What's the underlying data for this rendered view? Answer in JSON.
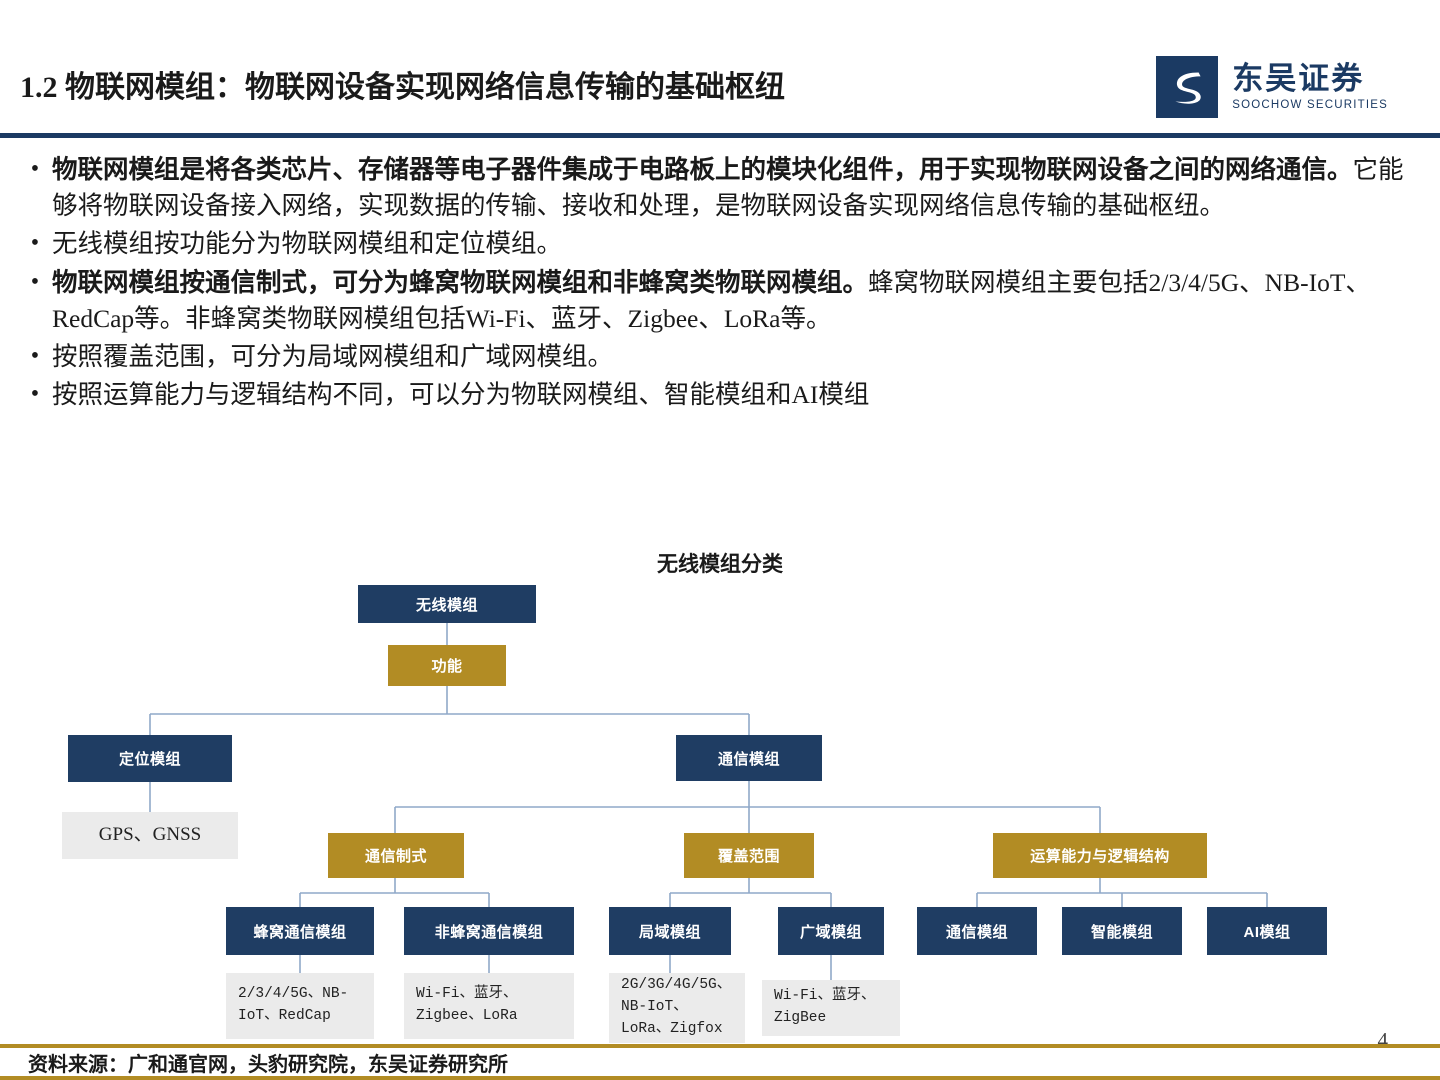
{
  "header": {
    "title": "1.2 物联网模组：物联网设备实现网络信息传输的基础枢纽",
    "logo_cn": "东吴证券",
    "logo_en": "SOOCHOW SECURITIES",
    "accent_navy": "#1f3d63",
    "accent_gold": "#b28c24"
  },
  "bullets": [
    {
      "bold_prefix": "物联网模组是将各类芯片、存储器等电子器件集成于电路板上的模块化组件，用于实现物联网设备之间的网络通信。",
      "rest": "它能够将物联网设备接入网络，实现数据的传输、接收和处理，是物联网设备实现网络信息传输的基础枢纽。"
    },
    {
      "bold_prefix": "",
      "rest": "无线模组按功能分为物联网模组和定位模组。"
    },
    {
      "bold_prefix": "物联网模组按通信制式，可分为蜂窝物联网模组和非蜂窝类物联网模组。",
      "rest": "蜂窝物联网模组主要包括2/3/4/5G、NB-IoT、RedCap等。非蜂窝类物联网模组包括Wi-Fi、蓝牙、Zigbee、LoRa等。"
    },
    {
      "bold_prefix": "",
      "rest": "按照覆盖范围，可分为局域网模组和广域网模组。"
    },
    {
      "bold_prefix": "",
      "rest": "按照运算能力与逻辑结构不同，可以分为物联网模组、智能模组和AI模组"
    }
  ],
  "chart_title": "无线模组分类",
  "diagram": {
    "root": "无线模组",
    "func": "功能",
    "positioning": "定位模组",
    "positioning_leaf": "GPS、GNSS",
    "comm": "通信模组",
    "branch_standard": "通信制式",
    "branch_coverage": "覆盖范围",
    "branch_compute": "运算能力与逻辑结构",
    "cellular": "蜂窝通信模组",
    "noncellular": "非蜂窝通信模组",
    "lan": "局域模组",
    "wan": "广域模组",
    "comm_module": "通信模组",
    "smart_module": "智能模组",
    "ai_module": "AI模组",
    "cellular_leaf": "2/3/4/5G、NB-IoT、RedCap",
    "noncellular_leaf": "Wi-Fi、蓝牙、Zigbee、LoRa",
    "lan_leaf": "2G/3G/4G/5G、NB-IoT、LoRa、Zigfox",
    "wan_leaf": "Wi-Fi、蓝牙、ZigBee"
  },
  "footer": {
    "source": "资料来源：广和通官网，头豹研究院，东吴证券研究所",
    "page": "4"
  }
}
